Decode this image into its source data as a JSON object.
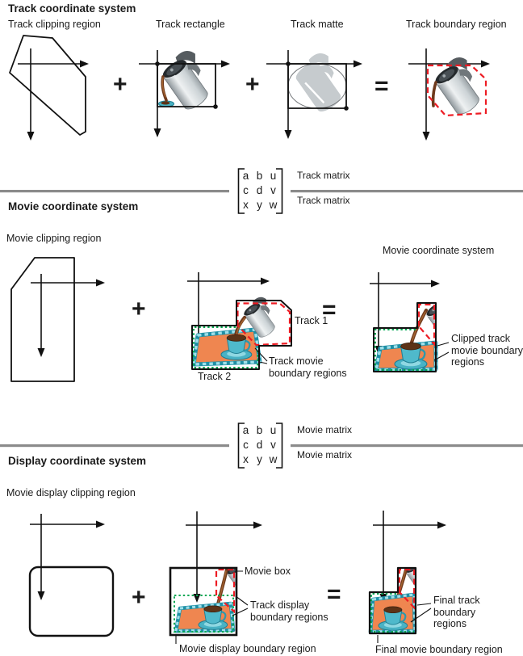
{
  "colors": {
    "track_boundary_red": "#ed1c24",
    "track2_green": "#00a651",
    "stamp_orange": "#ef8650",
    "cup_teal": "#4fb9cb",
    "rule_gray": "#8b8b8b"
  },
  "track_section": {
    "heading": "Track coordinate system",
    "clipping_label": "Track clipping region",
    "rectangle_label": "Track rectangle",
    "matte_label": "Track matte",
    "boundary_label": "Track boundary region",
    "op_plus_1": "+",
    "op_plus_2": "+",
    "op_equals": "="
  },
  "track_matrix": {
    "cells": [
      "a",
      "b",
      "u",
      "c",
      "d",
      "v",
      "x",
      "y",
      "w"
    ],
    "label_top": "Track matrix",
    "label_bottom": "Track matrix"
  },
  "movie_section": {
    "heading": "Movie coordinate system",
    "clipping_label": "Movie clipping region",
    "op_plus": "+",
    "op_equals": "=",
    "track1_label": "Track 1",
    "track2_label": "Track 2",
    "boundary_label": "Track movie boundary regions",
    "result_title": "Movie coordinate system",
    "result_label": "Clipped track movie boundary regions"
  },
  "movie_matrix": {
    "cells": [
      "a",
      "b",
      "u",
      "c",
      "d",
      "v",
      "x",
      "y",
      "w"
    ],
    "label_top": "Movie matrix",
    "label_bottom": "Movie matrix"
  },
  "display_section": {
    "heading": "Display coordinate system",
    "clipping_label": "Movie display clipping region",
    "op_plus": "+",
    "op_equals": "=",
    "movie_box_label": "Movie box",
    "track_boundary_label": "Track display boundary regions",
    "movie_boundary_label": "Movie display boundary region",
    "final_track_label": "Final track boundary regions",
    "final_movie_label": "Final movie boundary region"
  }
}
